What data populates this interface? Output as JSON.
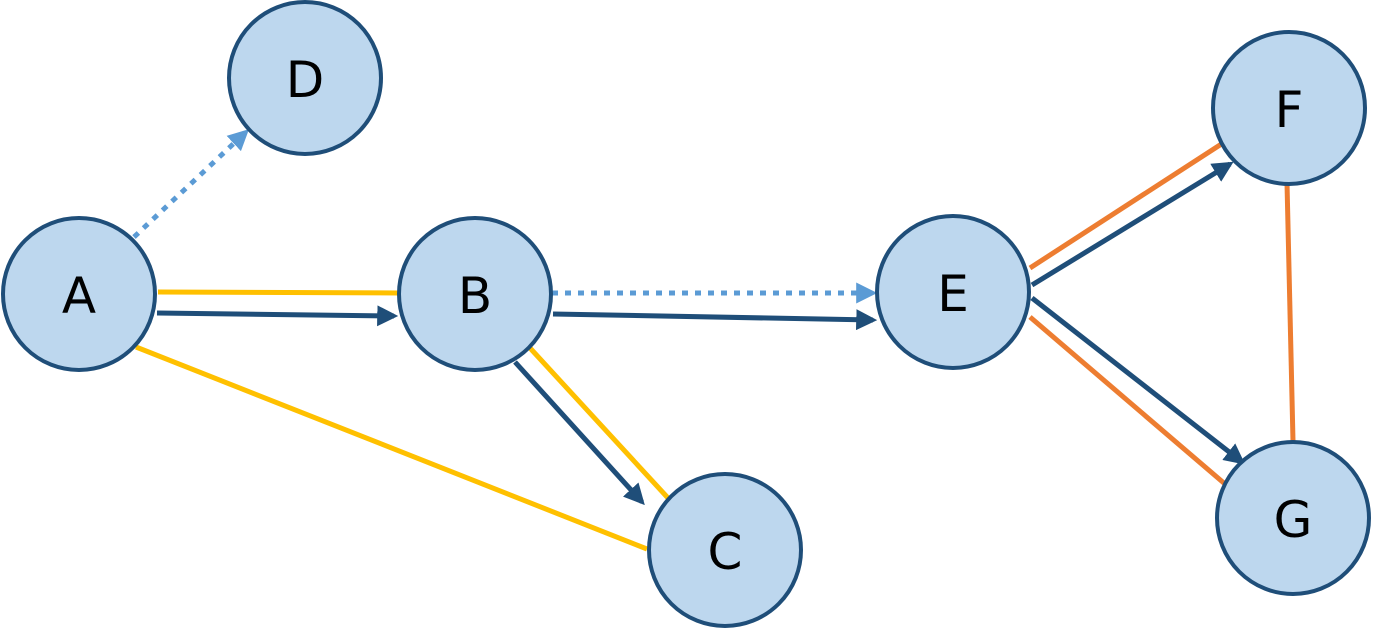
{
  "colors": {
    "node_fill": "#bdd7ee",
    "node_stroke": "#1f4e79",
    "directed_edge": "#1f4e79",
    "dotted_edge": "#5b9bd5",
    "yellow_edge": "#ffc000",
    "orange_edge": "#ed7d31"
  },
  "nodes": [
    {
      "id": "A",
      "label": "A"
    },
    {
      "id": "B",
      "label": "B"
    },
    {
      "id": "C",
      "label": "C"
    },
    {
      "id": "D",
      "label": "D"
    },
    {
      "id": "E",
      "label": "E"
    },
    {
      "id": "F",
      "label": "F"
    },
    {
      "id": "G",
      "label": "G"
    }
  ],
  "edges": [
    {
      "from": "A",
      "to": "D",
      "style": "dotted-arrow"
    },
    {
      "from": "A",
      "to": "B",
      "style": "yellow-line"
    },
    {
      "from": "A",
      "to": "B",
      "style": "directed-arrow"
    },
    {
      "from": "A",
      "to": "C",
      "style": "yellow-line"
    },
    {
      "from": "B",
      "to": "E",
      "style": "dotted-arrow"
    },
    {
      "from": "B",
      "to": "E",
      "style": "directed-arrow"
    },
    {
      "from": "B",
      "to": "C",
      "style": "directed-arrow"
    },
    {
      "from": "B",
      "to": "C",
      "style": "yellow-line"
    },
    {
      "from": "E",
      "to": "F",
      "style": "orange-line"
    },
    {
      "from": "E",
      "to": "F",
      "style": "directed-arrow"
    },
    {
      "from": "E",
      "to": "G",
      "style": "directed-arrow"
    },
    {
      "from": "E",
      "to": "G",
      "style": "orange-line"
    },
    {
      "from": "F",
      "to": "G",
      "style": "orange-line"
    }
  ]
}
